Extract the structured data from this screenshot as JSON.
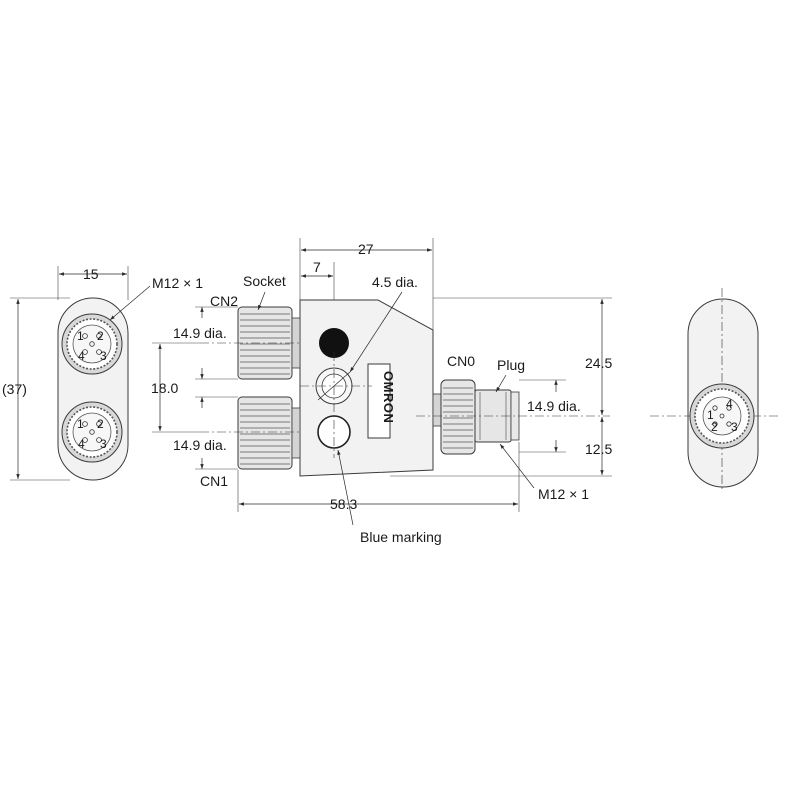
{
  "labels": {
    "dim_15": "15",
    "dim_37": "(37)",
    "dim_27": "27",
    "dim_7": "7",
    "dim_149_top": "14.9 dia.",
    "dim_149_bottom": "14.9 dia.",
    "dim_149_plug": "14.9 dia.",
    "dim_18": "18.0",
    "dim_583": "58.3",
    "dim_245": "24.5",
    "dim_125": "12.5",
    "dim_45": "4.5 dia.",
    "m12_left": "M12 × 1",
    "m12_right": "M12 × 1",
    "socket": "Socket",
    "plug": "Plug",
    "cn0": "CN0",
    "cn1": "CN1",
    "cn2": "CN2",
    "blue_marking": "Blue marking"
  },
  "logo": "OMRON",
  "pins_socket": [
    "1",
    "2",
    "3",
    "4"
  ],
  "pins_plug": [
    "4",
    "1",
    "2",
    "3"
  ]
}
